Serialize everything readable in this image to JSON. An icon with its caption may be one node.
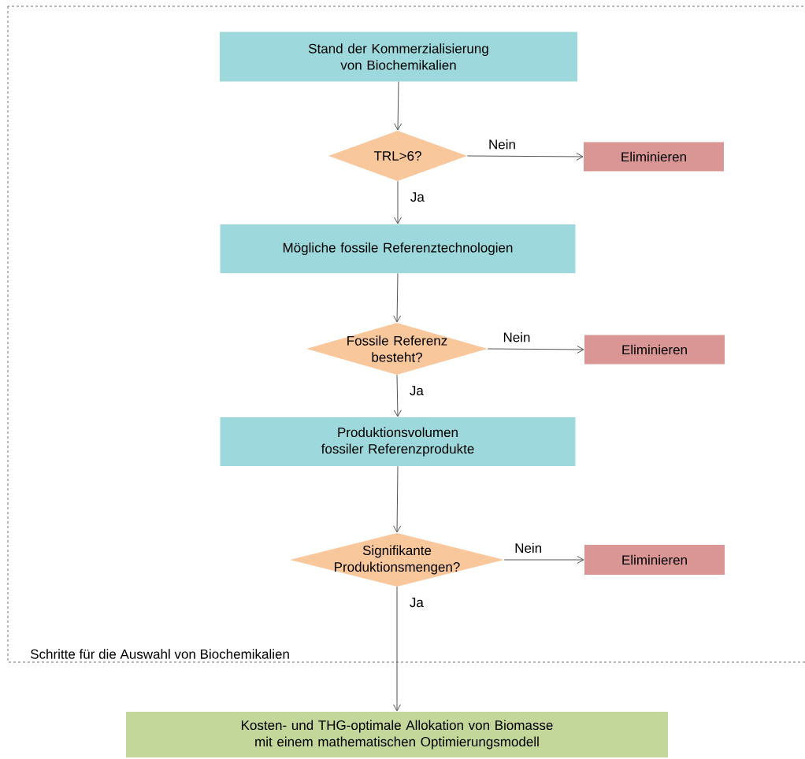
{
  "diagram": {
    "nodes": [
      {
        "text": [
          "Schritte für die Auswahl von Biochemikalien"
        ]
      },
      {
        "text": [
          "Stand der Kommerzialisierung von Biochemikalien"
        ],
        "in": 0
      },
      {
        "text": [
          "TRL>6?"
        ],
        "in": 0
      },
      {
        "text": [
          "Eliminieren"
        ],
        "in": 0
      },
      {
        "text": [
          "Mögliche fossile Referenztechnologien"
        ],
        "in": 0
      },
      {
        "text": [
          "Fossile Referenz besteht?"
        ],
        "in": 0
      },
      {
        "text": [
          "Eliminieren"
        ],
        "in": 0
      },
      {
        "text": [
          "Produktionsvolumen fossiler Referenzprodukte"
        ],
        "in": 0
      },
      {
        "text": [
          "Signifikante Produktionsmengen?"
        ],
        "in": 0
      },
      {
        "text": [
          "Eliminieren"
        ],
        "in": 0
      },
      {
        "text": [
          "Kosten- und THG-optimale Allokation von Biomasse mit einem mathematischen Optimierungsmodell"
        ]
      }
    ],
    "edges": [
      {
        "from": 1,
        "to": 2,
        "arrow": "to"
      },
      {
        "from": 2,
        "to": 3,
        "arrow": "to",
        "label": "Nein"
      },
      {
        "from": 2,
        "to": 4,
        "arrow": "to",
        "label": "Ja"
      },
      {
        "from": 4,
        "to": 5,
        "arrow": "to"
      },
      {
        "from": 5,
        "to": 6,
        "arrow": "to",
        "label": "Nein"
      },
      {
        "from": 5,
        "to": 7,
        "arrow": "to",
        "label": "Ja"
      },
      {
        "from": 7,
        "to": 8,
        "arrow": "to"
      },
      {
        "from": 8,
        "to": 9,
        "arrow": "to",
        "label": "Nein"
      },
      {
        "from": 8,
        "to": 10,
        "arrow": "to",
        "label": "Ja"
      }
    ]
  }
}
